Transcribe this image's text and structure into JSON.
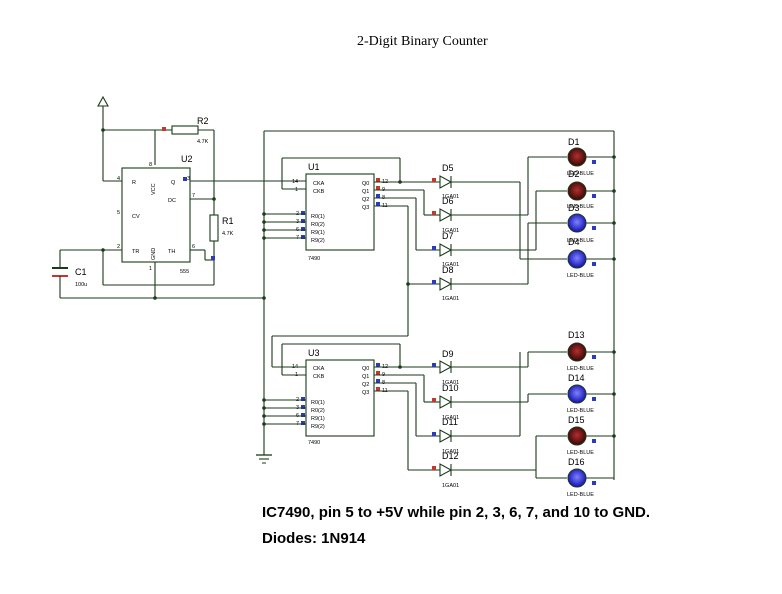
{
  "title": "2-Digit Binary Counter",
  "notes": {
    "line1": "IC7490, pin 5 to +5V while pin 2, 3, 6, 7, and 10 to GND.",
    "line2": "Diodes: 1N914"
  },
  "timer": {
    "ref": "U2",
    "part": "555",
    "pins": {
      "r": "R",
      "vcc": "VCC",
      "q": "Q",
      "dc": "DC",
      "cv": "CV",
      "tr": "TR",
      "gnd": "GND",
      "th": "TH"
    },
    "pin_numbers": {
      "r": "4",
      "vcc": "8",
      "q": "3",
      "dc": "7",
      "cv": "5",
      "tr": "2",
      "gnd": "1",
      "th": "6"
    }
  },
  "resistors": [
    {
      "ref": "R2",
      "value": "4.7K"
    },
    {
      "ref": "R1",
      "value": "4.7K"
    }
  ],
  "capacitor": {
    "ref": "C1",
    "value": "100u"
  },
  "counters": [
    {
      "ref": "U1",
      "part": "7490",
      "inputs": [
        {
          "num": "14",
          "label": "CKA"
        },
        {
          "num": "1",
          "label": "CKB"
        }
      ],
      "resets": [
        {
          "num": "2",
          "label": "R0(1)"
        },
        {
          "num": "3",
          "label": "R0(2)"
        },
        {
          "num": "6",
          "label": "R9(1)"
        },
        {
          "num": "7",
          "label": "R9(2)"
        }
      ],
      "outputs": [
        {
          "num": "12",
          "label": "Q0"
        },
        {
          "num": "9",
          "label": "Q1"
        },
        {
          "num": "8",
          "label": "Q2"
        },
        {
          "num": "11",
          "label": "Q3"
        }
      ]
    },
    {
      "ref": "U3",
      "part": "7490",
      "inputs": [
        {
          "num": "14",
          "label": "CKA"
        },
        {
          "num": "1",
          "label": "CKB"
        }
      ],
      "resets": [
        {
          "num": "2",
          "label": "R0(1)"
        },
        {
          "num": "3",
          "label": "R0(2)"
        },
        {
          "num": "6",
          "label": "R9(1)"
        },
        {
          "num": "7",
          "label": "R9(2)"
        }
      ],
      "outputs": [
        {
          "num": "12",
          "label": "Q0"
        },
        {
          "num": "9",
          "label": "Q1"
        },
        {
          "num": "8",
          "label": "Q2"
        },
        {
          "num": "11",
          "label": "Q3"
        }
      ]
    }
  ],
  "diodes": [
    {
      "ref": "D5",
      "part": "1GA01"
    },
    {
      "ref": "D6",
      "part": "1GA01"
    },
    {
      "ref": "D7",
      "part": "1GA01"
    },
    {
      "ref": "D8",
      "part": "1GA01"
    },
    {
      "ref": "D9",
      "part": "1GA01"
    },
    {
      "ref": "D10",
      "part": "1GA01"
    },
    {
      "ref": "D11",
      "part": "1GA01"
    },
    {
      "ref": "D12",
      "part": "1GA01"
    }
  ],
  "leds": [
    {
      "ref": "D1",
      "part": "LED-BLUE",
      "state": "off"
    },
    {
      "ref": "D2",
      "part": "LED-BLUE",
      "state": "off"
    },
    {
      "ref": "D3",
      "part": "LED-BLUE",
      "state": "on"
    },
    {
      "ref": "D4",
      "part": "LED-BLUE",
      "state": "on"
    },
    {
      "ref": "D13",
      "part": "LED-BLUE",
      "state": "off"
    },
    {
      "ref": "D14",
      "part": "LED-BLUE",
      "state": "on"
    },
    {
      "ref": "D15",
      "part": "LED-BLUE",
      "state": "off"
    },
    {
      "ref": "D16",
      "part": "LED-BLUE",
      "state": "on"
    }
  ],
  "colors": {
    "wire": "#1a3a1a",
    "led_off": "#5a1010",
    "led_on": "#2020c8",
    "pin_high": "#c0392b",
    "pin_low": "#2b3bbf"
  }
}
